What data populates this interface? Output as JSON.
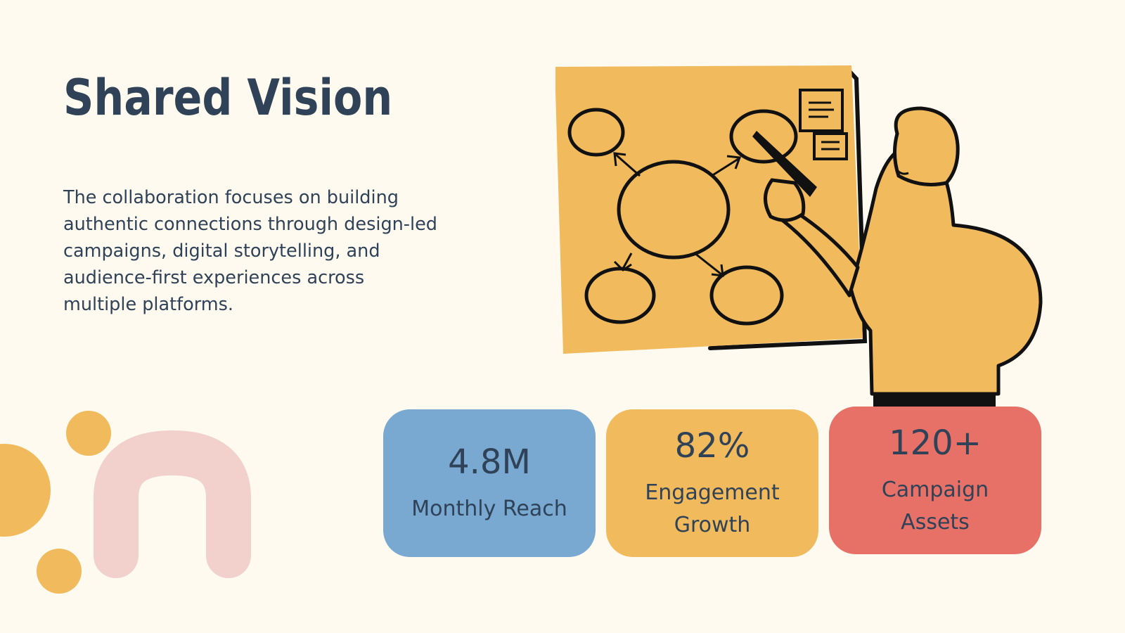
{
  "slide": {
    "title": "Shared Vision",
    "body": "The collaboration focuses on building authentic connections through design-led campaigns, digital storytelling, and audience-first experiences across multiple platforms."
  },
  "stats": [
    {
      "value": "4.8M",
      "label": "Monthly Reach",
      "color": "#79a8d1"
    },
    {
      "value": "82%",
      "label": "Engagement Growth",
      "color": "#f1ba5c"
    },
    {
      "value": "120+",
      "label": "Campaign Assets",
      "color": "#e77167"
    }
  ],
  "colors": {
    "background": "#fefaf0",
    "text": "#2f4257",
    "mustard": "#f1ba5c",
    "pink": "#f2d0cb",
    "ink": "#111111"
  },
  "icons": {
    "illustration": "person-drawing-mind-map-illustration",
    "decoration": "abstract-dots-and-arch-shapes"
  }
}
